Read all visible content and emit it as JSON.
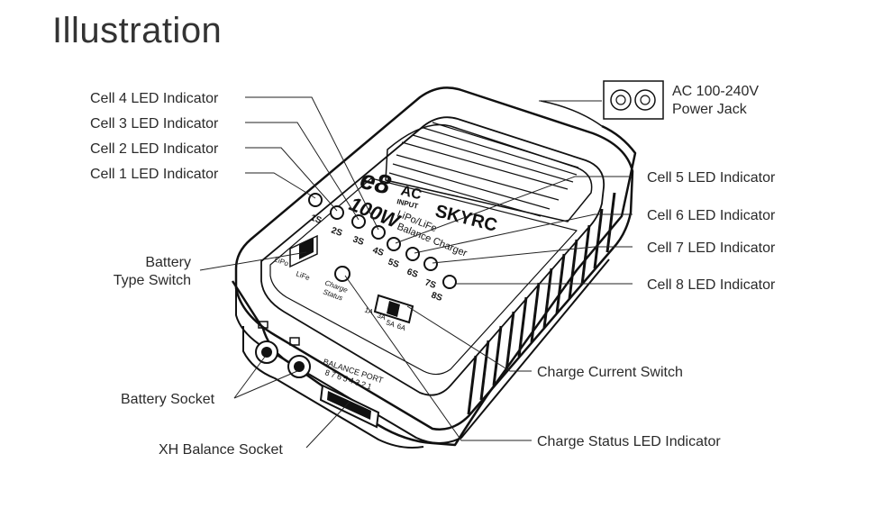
{
  "title": "Illustration",
  "labels": {
    "cell4": "Cell 4 LED Indicator",
    "cell3": "Cell 3 LED Indicator",
    "cell2": "Cell 2 LED Indicator",
    "cell1": "Cell 1 LED Indicator",
    "cell5": "Cell 5 LED Indicator",
    "cell6": "Cell 6 LED Indicator",
    "cell7": "Cell 7 LED Indicator",
    "cell8": "Cell 8 LED Indicator",
    "ac_line1": "AC 100-240V",
    "ac_line2": "Power Jack",
    "battery_type_line1": "Battery",
    "battery_type_line2": "Type Switch",
    "battery_socket": "Battery Socket",
    "xh_balance": "XH Balance Socket",
    "charge_current": "Charge Current Switch",
    "charge_status_led": "Charge Status LED Indicator"
  },
  "device": {
    "model": "e8",
    "ac_badge": "AC",
    "input_badge": "INPUT",
    "power": "100W",
    "brand": "SKYRC",
    "desc_line1": "LiPo/LiFe",
    "desc_line2": "Balance Charger",
    "cell_labels": [
      "1S",
      "2S",
      "3S",
      "4S",
      "5S",
      "6S",
      "7S",
      "8S"
    ],
    "lipo": "LiPo",
    "life": "LiFe",
    "charge_line1": "Charge",
    "charge_line2": "Status",
    "current_labels": [
      "1A",
      "3A",
      "5A",
      "6A"
    ],
    "balance_port": "BALANCE PORT",
    "balance_pins": "87654321"
  }
}
